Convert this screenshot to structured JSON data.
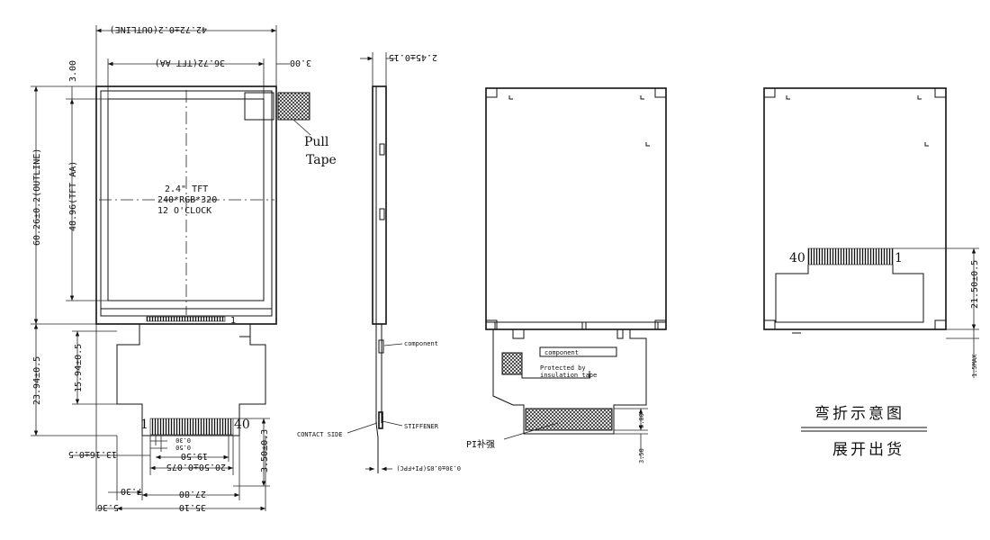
{
  "front": {
    "outline_width": "42.72±0.2(OUTLINE)",
    "aa_width": "36.72(TFT AA)",
    "margin_right": "3.00",
    "margin_top": "3.00",
    "outline_height": "60.26±0.2(OUTLINE)",
    "aa_height": "48.96(TFT AA)",
    "size": "2.4\" TFT",
    "resolution": "240*RGB*320",
    "orientation": "12 O'CLOCK",
    "pull_tape": [
      "Pull",
      "Tape"
    ],
    "pin_first_top": "1",
    "fpc_height": "23.94±0.5",
    "fpc_inner_height": "15.94±0.5",
    "pin_first": "1",
    "pin_last": "40",
    "pitch_a": "0.30",
    "pitch_b": "0.50",
    "span_c": "19.50",
    "span_d": "20.50±0.075",
    "contact_len": "3.50±0.3",
    "offset_left": "13.16±0.5",
    "tail_left": "7.30",
    "tail_width": "27.80",
    "tail_outer": "35.10",
    "tail_margin": "5.36"
  },
  "side": {
    "thickness": "2.45±0.15",
    "component": "component",
    "stiffener": "STIFFENER",
    "contact_side": "CONTACT SIDE",
    "fpc_thickness": "0.30±0.05(PI+FPC)"
  },
  "back": {
    "component": "component",
    "protected": [
      "Protected by",
      "insulation tape"
    ],
    "stiffener_label": "PI补强",
    "dim_a": "6.00",
    "dim_b": "3.50"
  },
  "bent": {
    "pin_left": "40",
    "pin_right": "1",
    "dim_height": "21.50±0.5",
    "dim_max": "1.5MAX"
  },
  "legend": {
    "line1": "弯折示意图",
    "line2": "展开出货"
  }
}
